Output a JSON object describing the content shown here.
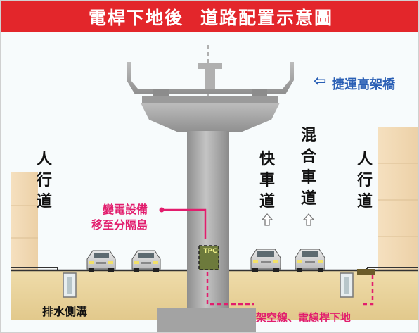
{
  "title": {
    "part1": "電桿下地後",
    "part2": "道路配置示意圖"
  },
  "labels": {
    "sidewalk_left": [
      "人",
      "行",
      "道"
    ],
    "fast_lane": [
      "快",
      "車",
      "道"
    ],
    "mixed_lane": [
      "混",
      "合",
      "車",
      "道"
    ],
    "sidewalk_right": [
      "人",
      "行",
      "道"
    ],
    "metro_viaduct": "捷運高架橋",
    "equipment_line1": "變電設備",
    "equipment_line2": "移至分隔島",
    "tpc": "TPC",
    "drain": "排水側溝",
    "underground": "架空線、電線桿下地"
  },
  "icons": {
    "metro_arrow": "left-arrow-icon",
    "lane_arrow": "up-arrow-icon"
  },
  "colors": {
    "title_bg": "#e3262b",
    "title_text": "#ffffff",
    "metro_label": "#2a5fb5",
    "annotation": "#e21d6d",
    "ground": "#e8d49a",
    "pillar": "#a8a8a8",
    "tpc_box": "#6d7a3c"
  }
}
